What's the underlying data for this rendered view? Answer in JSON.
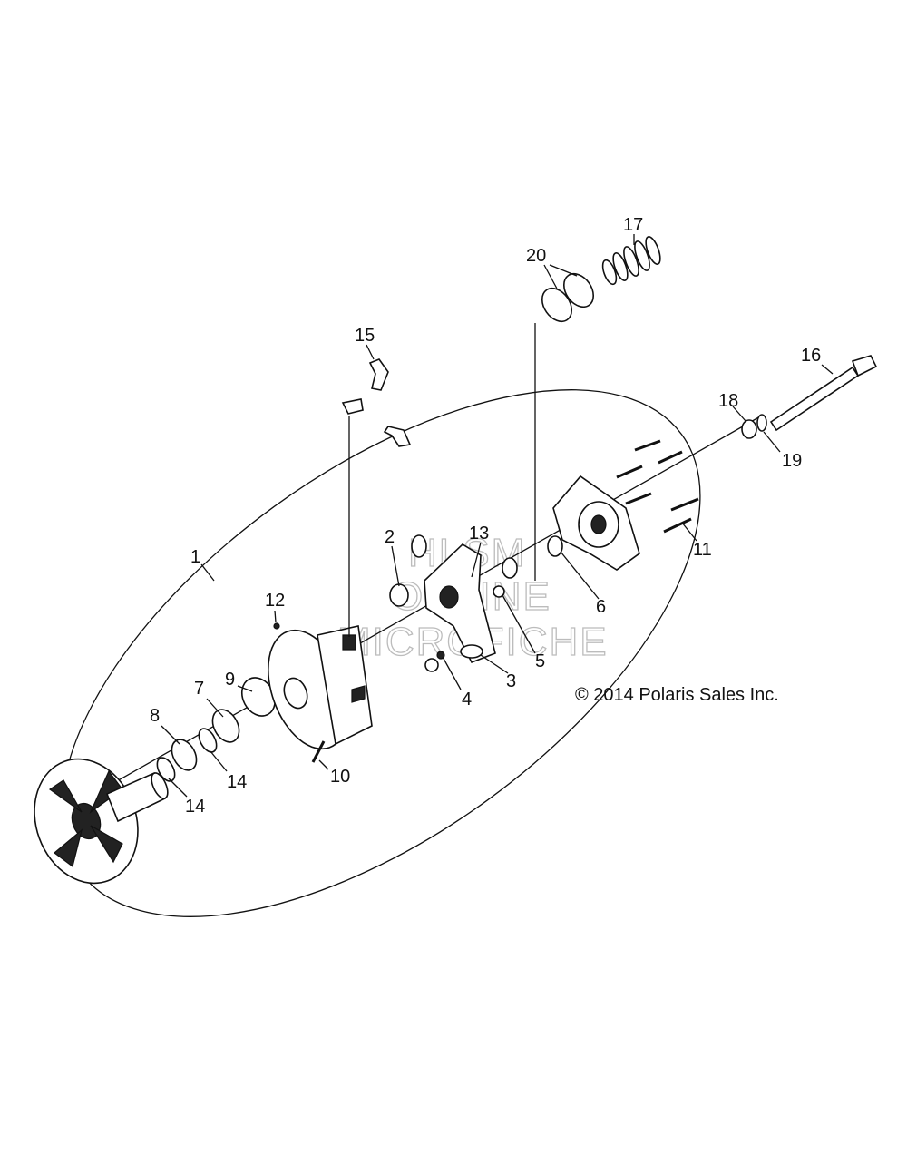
{
  "diagram": {
    "copyright": "© 2014 Polaris Sales Inc.",
    "watermark": [
      "HLSM",
      "ONLINE",
      "MICROFICHE"
    ],
    "callouts": [
      {
        "id": "1",
        "label": "1"
      },
      {
        "id": "2",
        "label": "2"
      },
      {
        "id": "3",
        "label": "3"
      },
      {
        "id": "4",
        "label": "4"
      },
      {
        "id": "5",
        "label": "5"
      },
      {
        "id": "6",
        "label": "6"
      },
      {
        "id": "7",
        "label": "7"
      },
      {
        "id": "8",
        "label": "8"
      },
      {
        "id": "9",
        "label": "9"
      },
      {
        "id": "10",
        "label": "10"
      },
      {
        "id": "11",
        "label": "11"
      },
      {
        "id": "12",
        "label": "12"
      },
      {
        "id": "13",
        "label": "13"
      },
      {
        "id": "14a",
        "label": "14"
      },
      {
        "id": "14b",
        "label": "14"
      },
      {
        "id": "15",
        "label": "15"
      },
      {
        "id": "16",
        "label": "16"
      },
      {
        "id": "17",
        "label": "17"
      },
      {
        "id": "18",
        "label": "18"
      },
      {
        "id": "19",
        "label": "19"
      },
      {
        "id": "20",
        "label": "20"
      }
    ]
  }
}
